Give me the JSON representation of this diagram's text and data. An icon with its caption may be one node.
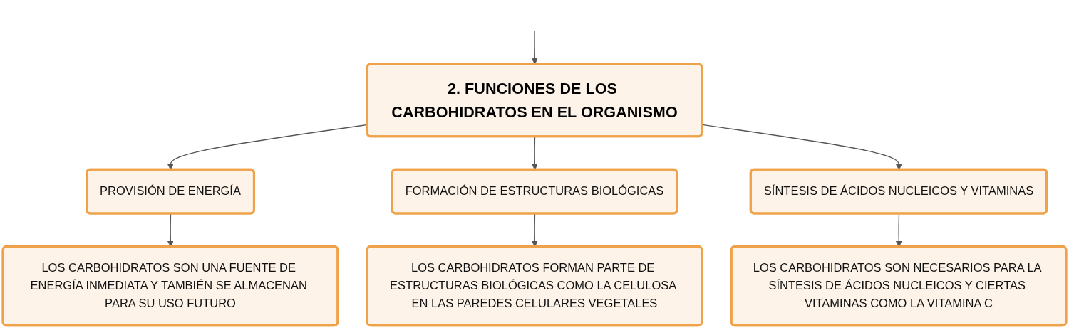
{
  "diagram": {
    "nodes": [
      {
        "text": [
          "2. FUNCIONES DE LOS CARBOHIDRATOS EN EL ORGANISMO"
        ]
      },
      {
        "text": [
          "PROVISIÓN DE ENERGÍA"
        ]
      },
      {
        "text": [
          "FORMACIÓN DE ESTRUCTURAS BIOLÓGICAS"
        ]
      },
      {
        "text": [
          "SÍNTESIS DE ÁCIDOS NUCLEICOS Y VITAMINAS"
        ]
      },
      {
        "text": [
          "LOS CARBOHIDRATOS SON UNA FUENTE DE ENERGÍA INMEDIATA Y TAMBIÉN SE ALMACENAN PARA SU USO FUTURO"
        ]
      },
      {
        "text": [
          "LOS CARBOHIDRATOS FORMAN PARTE DE ESTRUCTURAS BIOLÓGICAS COMO LA CELULOSA EN LAS PAREDES CELULARES VEGETALES"
        ]
      },
      {
        "text": [
          "LOS CARBOHIDRATOS SON NECESARIOS PARA LA SÍNTESIS DE ÁCIDOS NUCLEICOS Y CIERTAS VITAMINAS COMO LA VITAMINA C"
        ]
      }
    ],
    "edges": [
      {
        "from": null,
        "to": 0,
        "arrow": "to"
      },
      {
        "from": 0,
        "to": 1,
        "arrow": "to"
      },
      {
        "from": 0,
        "to": 2,
        "arrow": "to"
      },
      {
        "from": 0,
        "to": 3,
        "arrow": "to"
      },
      {
        "from": 1,
        "to": 4,
        "arrow": "to"
      },
      {
        "from": 2,
        "to": 5,
        "arrow": "to"
      },
      {
        "from": 3,
        "to": 6,
        "arrow": "to"
      }
    ]
  }
}
